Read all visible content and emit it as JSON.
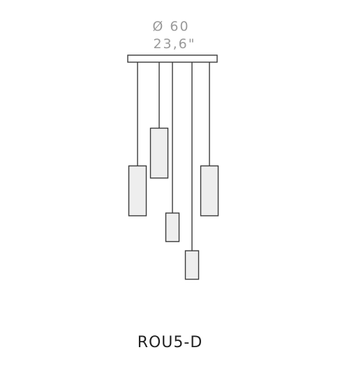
{
  "dimensions": {
    "diameter_metric": "Ø 60",
    "diameter_imperial": "23,6\""
  },
  "product": {
    "model_code": "ROU5-D"
  },
  "pendants": [
    {
      "name": "pendant-1",
      "cord_length": 0.55,
      "shade_height": 0.28
    },
    {
      "name": "pendant-2",
      "cord_length": 0.35,
      "shade_height": 0.28
    },
    {
      "name": "pendant-3",
      "cord_length": 0.8,
      "shade_height": 0.16
    },
    {
      "name": "pendant-4",
      "cord_length": 1.0,
      "shade_height": 0.16
    },
    {
      "name": "pendant-5",
      "cord_length": 0.55,
      "shade_height": 0.28
    }
  ]
}
